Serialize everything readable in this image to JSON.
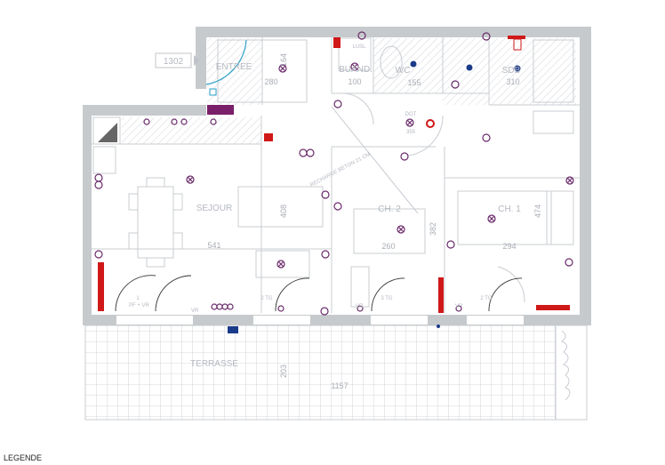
{
  "plan": {
    "apartment_number": "1302",
    "rooms": [
      {
        "name": "ENTREE",
        "dimension": "280"
      },
      {
        "name": "BUAND.",
        "dimension": "100"
      },
      {
        "name": "WC",
        "dimension": "155"
      },
      {
        "name": "SDB",
        "dimension": "310"
      },
      {
        "name": "DGT",
        "dimension": "355"
      },
      {
        "name": "SEJOUR",
        "dimension": "541"
      },
      {
        "name": "CH. 2",
        "dimension": "260"
      },
      {
        "name": "CH. 1",
        "dimension": "294"
      },
      {
        "name": "TERRASSE",
        "dimension": "1157"
      }
    ],
    "vertical_dimensions": {
      "entree": "164",
      "sejour": "408",
      "ch2": "382",
      "ch1": "474",
      "terrasse": "203"
    },
    "annotations": {
      "recharge": "RECHARGE BETON 21 CM",
      "lusl": "LUSL",
      "vr": "VR",
      "window_1": "1",
      "window_2": "2 TG",
      "window_3": "3 TG",
      "window_4": "2 TG",
      "pf_vr": "PF + VR"
    },
    "legend_title": "LEGENDE"
  },
  "colors": {
    "wall": "#c6cacd",
    "electric": "#6a2a6a",
    "radiator": "#d01818",
    "accent_blue": "#1a3a8a"
  }
}
